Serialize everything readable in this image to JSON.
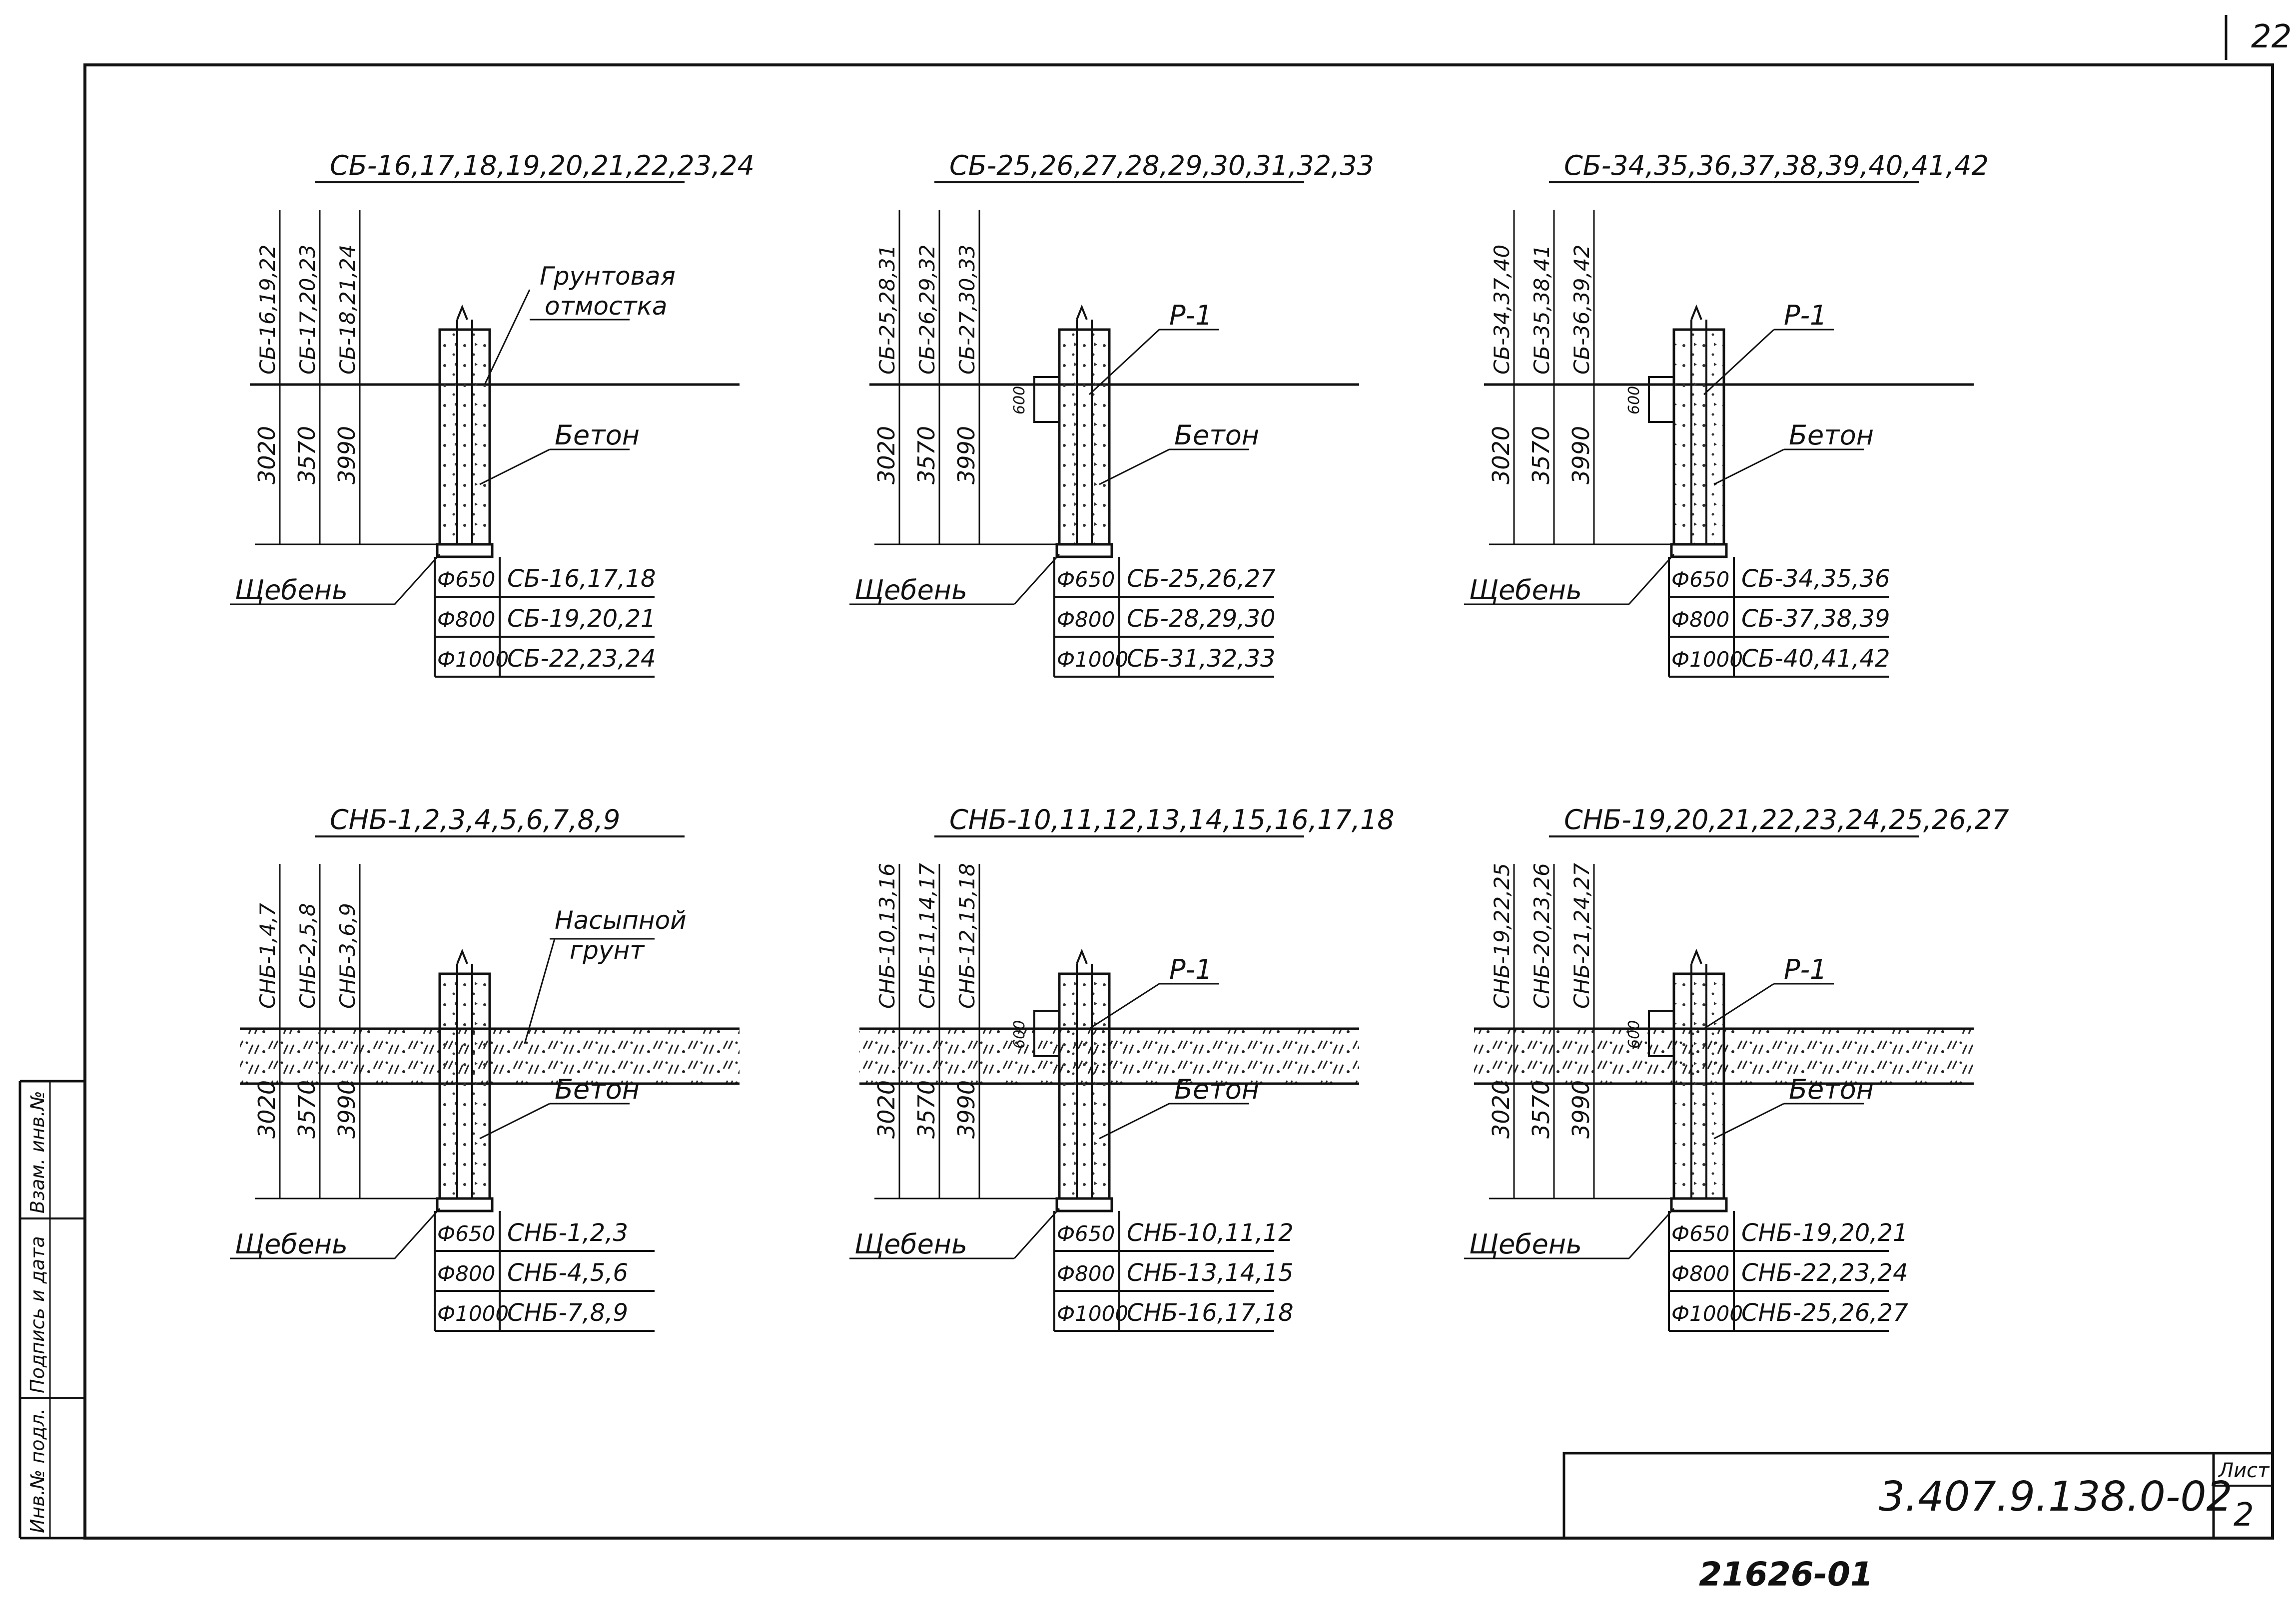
{
  "page_number": "22",
  "sheet_label": "Лист",
  "sheet_number": "2",
  "doc_code": "3.407.9.138.0-02",
  "inventory_stamp": "21626-01",
  "margin_labels": [
    "Инв.№ подл.",
    "Подпись и дата",
    "Взам. инв.№"
  ],
  "labels": {
    "p1": "Р-1",
    "beton": "Бетон",
    "shcheben": "Щебень",
    "otmostka_line1": "Грунтовая",
    "otmostka_line2": "отмостка",
    "nasypnoy_line1": "Насыпной",
    "nasypnoy_line2": "грунт",
    "offset_600": "600"
  },
  "panels": [
    {
      "title": "СБ-16,17,18,19,20,21,22,23,24",
      "dims": [
        "3020",
        "3570",
        "3990"
      ],
      "vlabels": [
        "СБ-16,19,22",
        "СБ-17,20,23",
        "СБ-18,21,24"
      ],
      "table": [
        {
          "d": "Ф650",
          "items": "СБ-16,17,18"
        },
        {
          "d": "Ф800",
          "items": "СБ-19,20,21"
        },
        {
          "d": "Ф1000",
          "items": "СБ-22,23,24"
        }
      ]
    },
    {
      "title": "СБ-25,26,27,28,29,30,31,32,33",
      "dims": [
        "3020",
        "3570",
        "3990"
      ],
      "vlabels": [
        "СБ-25,28,31",
        "СБ-26,29,32",
        "СБ-27,30,33"
      ],
      "table": [
        {
          "d": "Ф650",
          "items": "СБ-25,26,27"
        },
        {
          "d": "Ф800",
          "items": "СБ-28,29,30"
        },
        {
          "d": "Ф1000",
          "items": "СБ-31,32,33"
        }
      ]
    },
    {
      "title": "СБ-34,35,36,37,38,39,40,41,42",
      "dims": [
        "3020",
        "3570",
        "3990"
      ],
      "vlabels": [
        "СБ-34,37,40",
        "СБ-35,38,41",
        "СБ-36,39,42"
      ],
      "table": [
        {
          "d": "Ф650",
          "items": "СБ-34,35,36"
        },
        {
          "d": "Ф800",
          "items": "СБ-37,38,39"
        },
        {
          "d": "Ф1000",
          "items": "СБ-40,41,42"
        }
      ]
    },
    {
      "title": "СНБ-1,2,3,4,5,6,7,8,9",
      "dims": [
        "3020",
        "3570",
        "3990"
      ],
      "vlabels": [
        "СНБ-1,4,7",
        "СНБ-2,5,8",
        "СНБ-3,6,9"
      ],
      "table": [
        {
          "d": "Ф650",
          "items": "СНБ-1,2,3"
        },
        {
          "d": "Ф800",
          "items": "СНБ-4,5,6"
        },
        {
          "d": "Ф1000",
          "items": "СНБ-7,8,9"
        }
      ]
    },
    {
      "title": "СНБ-10,11,12,13,14,15,16,17,18",
      "dims": [
        "3020",
        "3570",
        "3990"
      ],
      "vlabels": [
        "СНБ-10,13,16",
        "СНБ-11,14,17",
        "СНБ-12,15,18"
      ],
      "table": [
        {
          "d": "Ф650",
          "items": "СНБ-10,11,12"
        },
        {
          "d": "Ф800",
          "items": "СНБ-13,14,15"
        },
        {
          "d": "Ф1000",
          "items": "СНБ-16,17,18"
        }
      ]
    },
    {
      "title": "СНБ-19,20,21,22,23,24,25,26,27",
      "dims": [
        "3020",
        "3570",
        "3990"
      ],
      "vlabels": [
        "СНБ-19,22,25",
        "СНБ-20,23,26",
        "СНБ-21,24,27"
      ],
      "table": [
        {
          "d": "Ф650",
          "items": "СНБ-19,20,21"
        },
        {
          "d": "Ф800",
          "items": "СНБ-22,23,24"
        },
        {
          "d": "Ф1000",
          "items": "СНБ-25,26,27"
        }
      ]
    }
  ]
}
